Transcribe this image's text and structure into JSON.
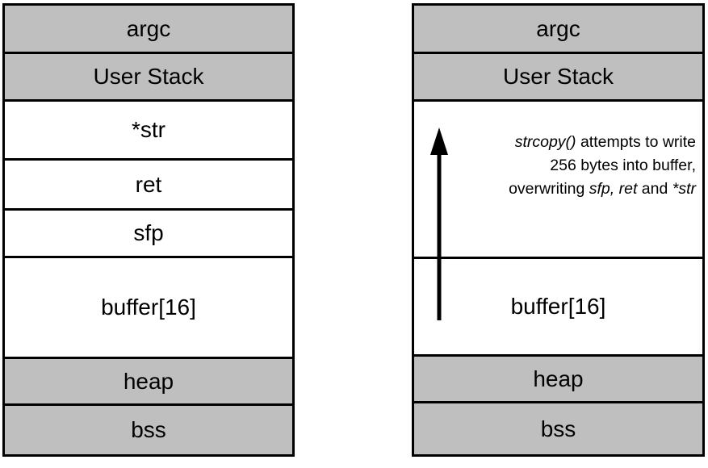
{
  "diagram": {
    "title_hint": "buffer overflow memory layout",
    "colors": {
      "segment_gray": "#bfbfbf",
      "segment_white": "#ffffff",
      "border": "#000000",
      "arrow": "#000000",
      "text": "#000000"
    },
    "left_stack": {
      "segments": [
        {
          "label": "argc",
          "shade": "gray"
        },
        {
          "label": "User Stack",
          "shade": "gray"
        },
        {
          "label": "*str",
          "shade": "white"
        },
        {
          "label": "ret",
          "shade": "white"
        },
        {
          "label": "sfp",
          "shade": "white"
        },
        {
          "label": "buffer[16]",
          "shade": "white"
        },
        {
          "label": "heap",
          "shade": "gray"
        },
        {
          "label": "bss",
          "shade": "gray"
        }
      ]
    },
    "right_stack": {
      "segments": [
        {
          "label": "argc",
          "shade": "gray"
        },
        {
          "label": "User Stack",
          "shade": "gray"
        },
        {
          "label": "",
          "shade": "white"
        },
        {
          "label": "buffer[16]",
          "shade": "white"
        },
        {
          "label": "heap",
          "shade": "gray"
        },
        {
          "label": "bss",
          "shade": "gray"
        }
      ],
      "arrow_icon": "up-arrow",
      "annotation": {
        "line1_italic": "strcopy()",
        "line1_rest": " attempts to write",
        "line2": "256 bytes into buffer,",
        "line3_pre": "overwriting ",
        "line3_italic1": "sfp, ret",
        "line3_mid": " and ",
        "line3_italic2": "*str"
      }
    }
  }
}
